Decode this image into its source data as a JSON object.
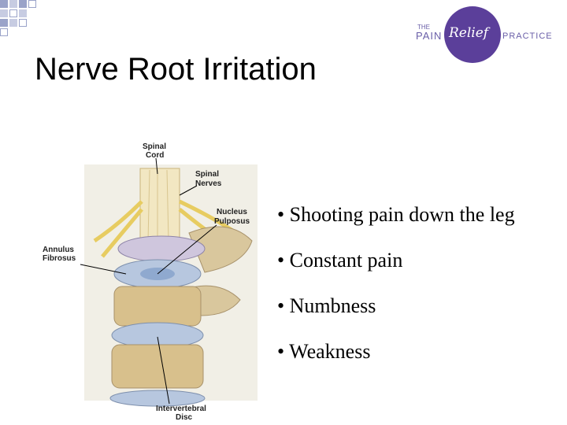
{
  "slide": {
    "title": "Nerve Root Irritation",
    "bullets": [
      "• Shooting pain down the leg",
      "• Constant pain",
      "• Numbness",
      "• Weakness"
    ]
  },
  "logo": {
    "the": "THE",
    "pain": "PAIN",
    "relief": "Relief",
    "practice": "PRACTICE",
    "accent_color": "#5b3f9a"
  },
  "diagram": {
    "labels": {
      "spinal_cord_1": "Spinal",
      "spinal_cord_2": "Cord",
      "spinal_nerves_1": "Spinal",
      "spinal_nerves_2": "Nerves",
      "nucleus_1": "Nucleus",
      "nucleus_2": "Pulposus",
      "annulus_1": "Annulus",
      "annulus_2": "Fibrosus",
      "disc_1": "Intervertebral",
      "disc_2": "Disc"
    }
  },
  "colors": {
    "corner_squares": "#9aa3c9"
  }
}
